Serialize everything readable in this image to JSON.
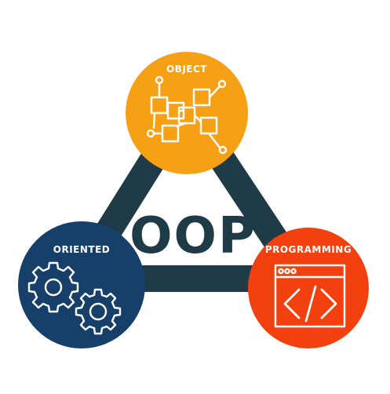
{
  "diagram": {
    "center_label": "OOP",
    "nodes": {
      "object": {
        "label": "OBJECT",
        "color": "#f5a015"
      },
      "oriented": {
        "label": "ORIENTED",
        "color": "#16406a"
      },
      "programming": {
        "label": "PROGRAMMING",
        "color": "#f2400f"
      }
    },
    "frame_color": "#1f3b47",
    "icons": {
      "object": "object-blocks-icon",
      "oriented": "gears-icon",
      "programming": "code-window-icon"
    }
  }
}
